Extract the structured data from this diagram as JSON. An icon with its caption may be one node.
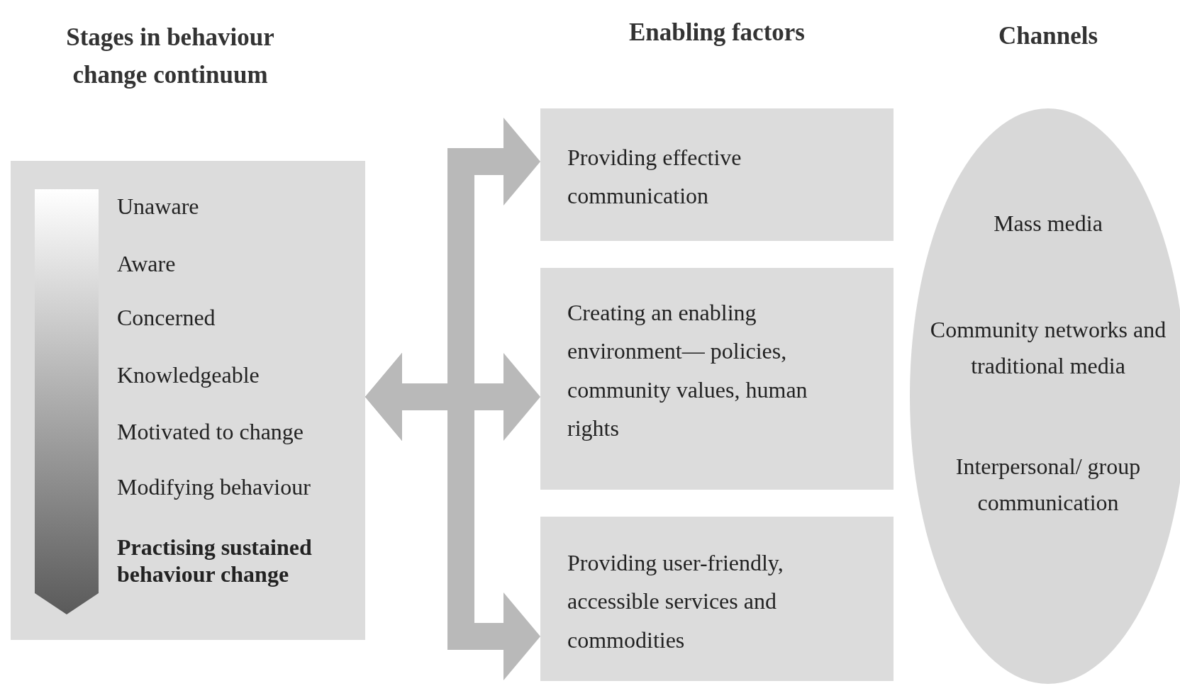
{
  "diagram": {
    "nodes": [
      {
        "text": [
          "Stages in behaviour change continuum",
          "Unaware",
          "Aware",
          "Concerned",
          "Knowledgeable",
          "Motivated to change",
          "Modifying behaviour",
          "Practising sustained behaviour change"
        ]
      },
      {
        "text": [
          "Providing effective communication"
        ]
      },
      {
        "text": [
          "Creating an enabling environment— policies, community values, human rights"
        ]
      },
      {
        "text": [
          "Providing user-friendly, accessible services and commodities"
        ]
      },
      {
        "text": [
          "Channels",
          "Mass media",
          "Community networks and traditional media",
          "Interpersonal/ group communication"
        ]
      }
    ],
    "edges": [
      {
        "from": 0,
        "to": 1,
        "arrow": "both"
      },
      {
        "from": 0,
        "to": 2,
        "arrow": "both"
      },
      {
        "from": 0,
        "to": 3,
        "arrow": "both"
      }
    ],
    "labels": [
      "Enabling factors"
    ]
  }
}
